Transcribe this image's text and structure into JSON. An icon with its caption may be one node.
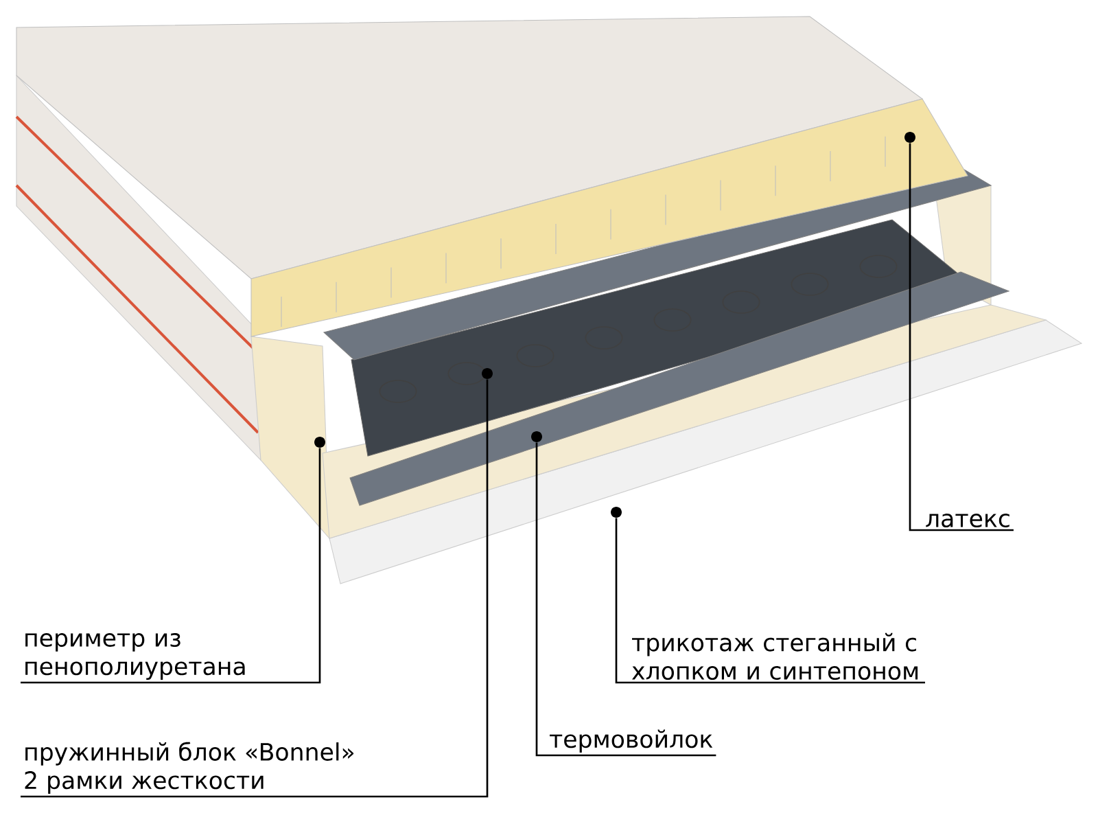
{
  "diagram": {
    "nodes": [
      {
        "text": [
          "латекс"
        ]
      },
      {
        "text": [
          "периметр из пенополиуретана"
        ]
      },
      {
        "text": [
          "трикотаж стеганный с хлопком и синтепоном"
        ]
      },
      {
        "text": [
          "пружинный блок «Bonnel»",
          "2 рамки жесткости"
        ]
      },
      {
        "text": [
          "термовойлок"
        ]
      },
      {
        "text": [],
        "shape": "circle"
      },
      {
        "text": [],
        "shape": "circle"
      },
      {
        "text": [],
        "shape": "circle"
      },
      {
        "text": [],
        "shape": "circle"
      },
      {
        "text": [],
        "shape": "circle"
      }
    ],
    "edges": [
      {
        "from": 0,
        "to": 5,
        "arrow": "none"
      },
      {
        "from": 1,
        "to": 6,
        "arrow": "none"
      },
      {
        "from": 2,
        "to": 7,
        "arrow": "none"
      },
      {
        "from": 3,
        "to": 8,
        "arrow": "none"
      },
      {
        "from": 4,
        "to": 9,
        "arrow": "none"
      }
    ]
  }
}
